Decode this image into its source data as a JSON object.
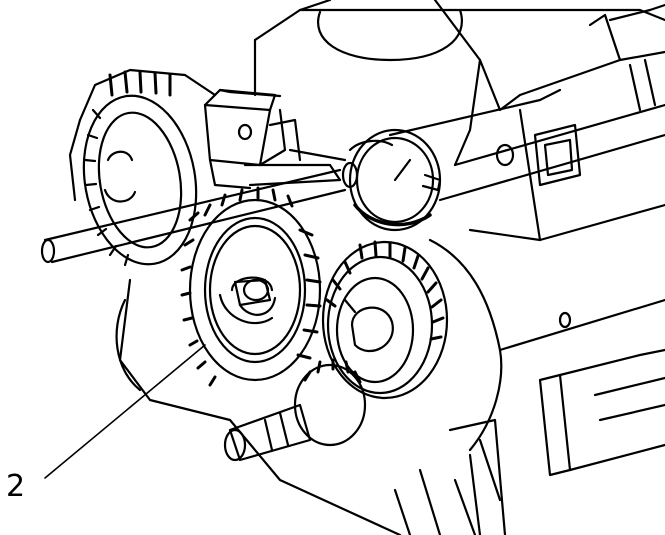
{
  "diagram": {
    "callouts": [
      {
        "id": "2",
        "text": "2",
        "points_to": "gear"
      }
    ],
    "colors": {
      "ink": "#000000",
      "paper": "#ffffff"
    }
  }
}
